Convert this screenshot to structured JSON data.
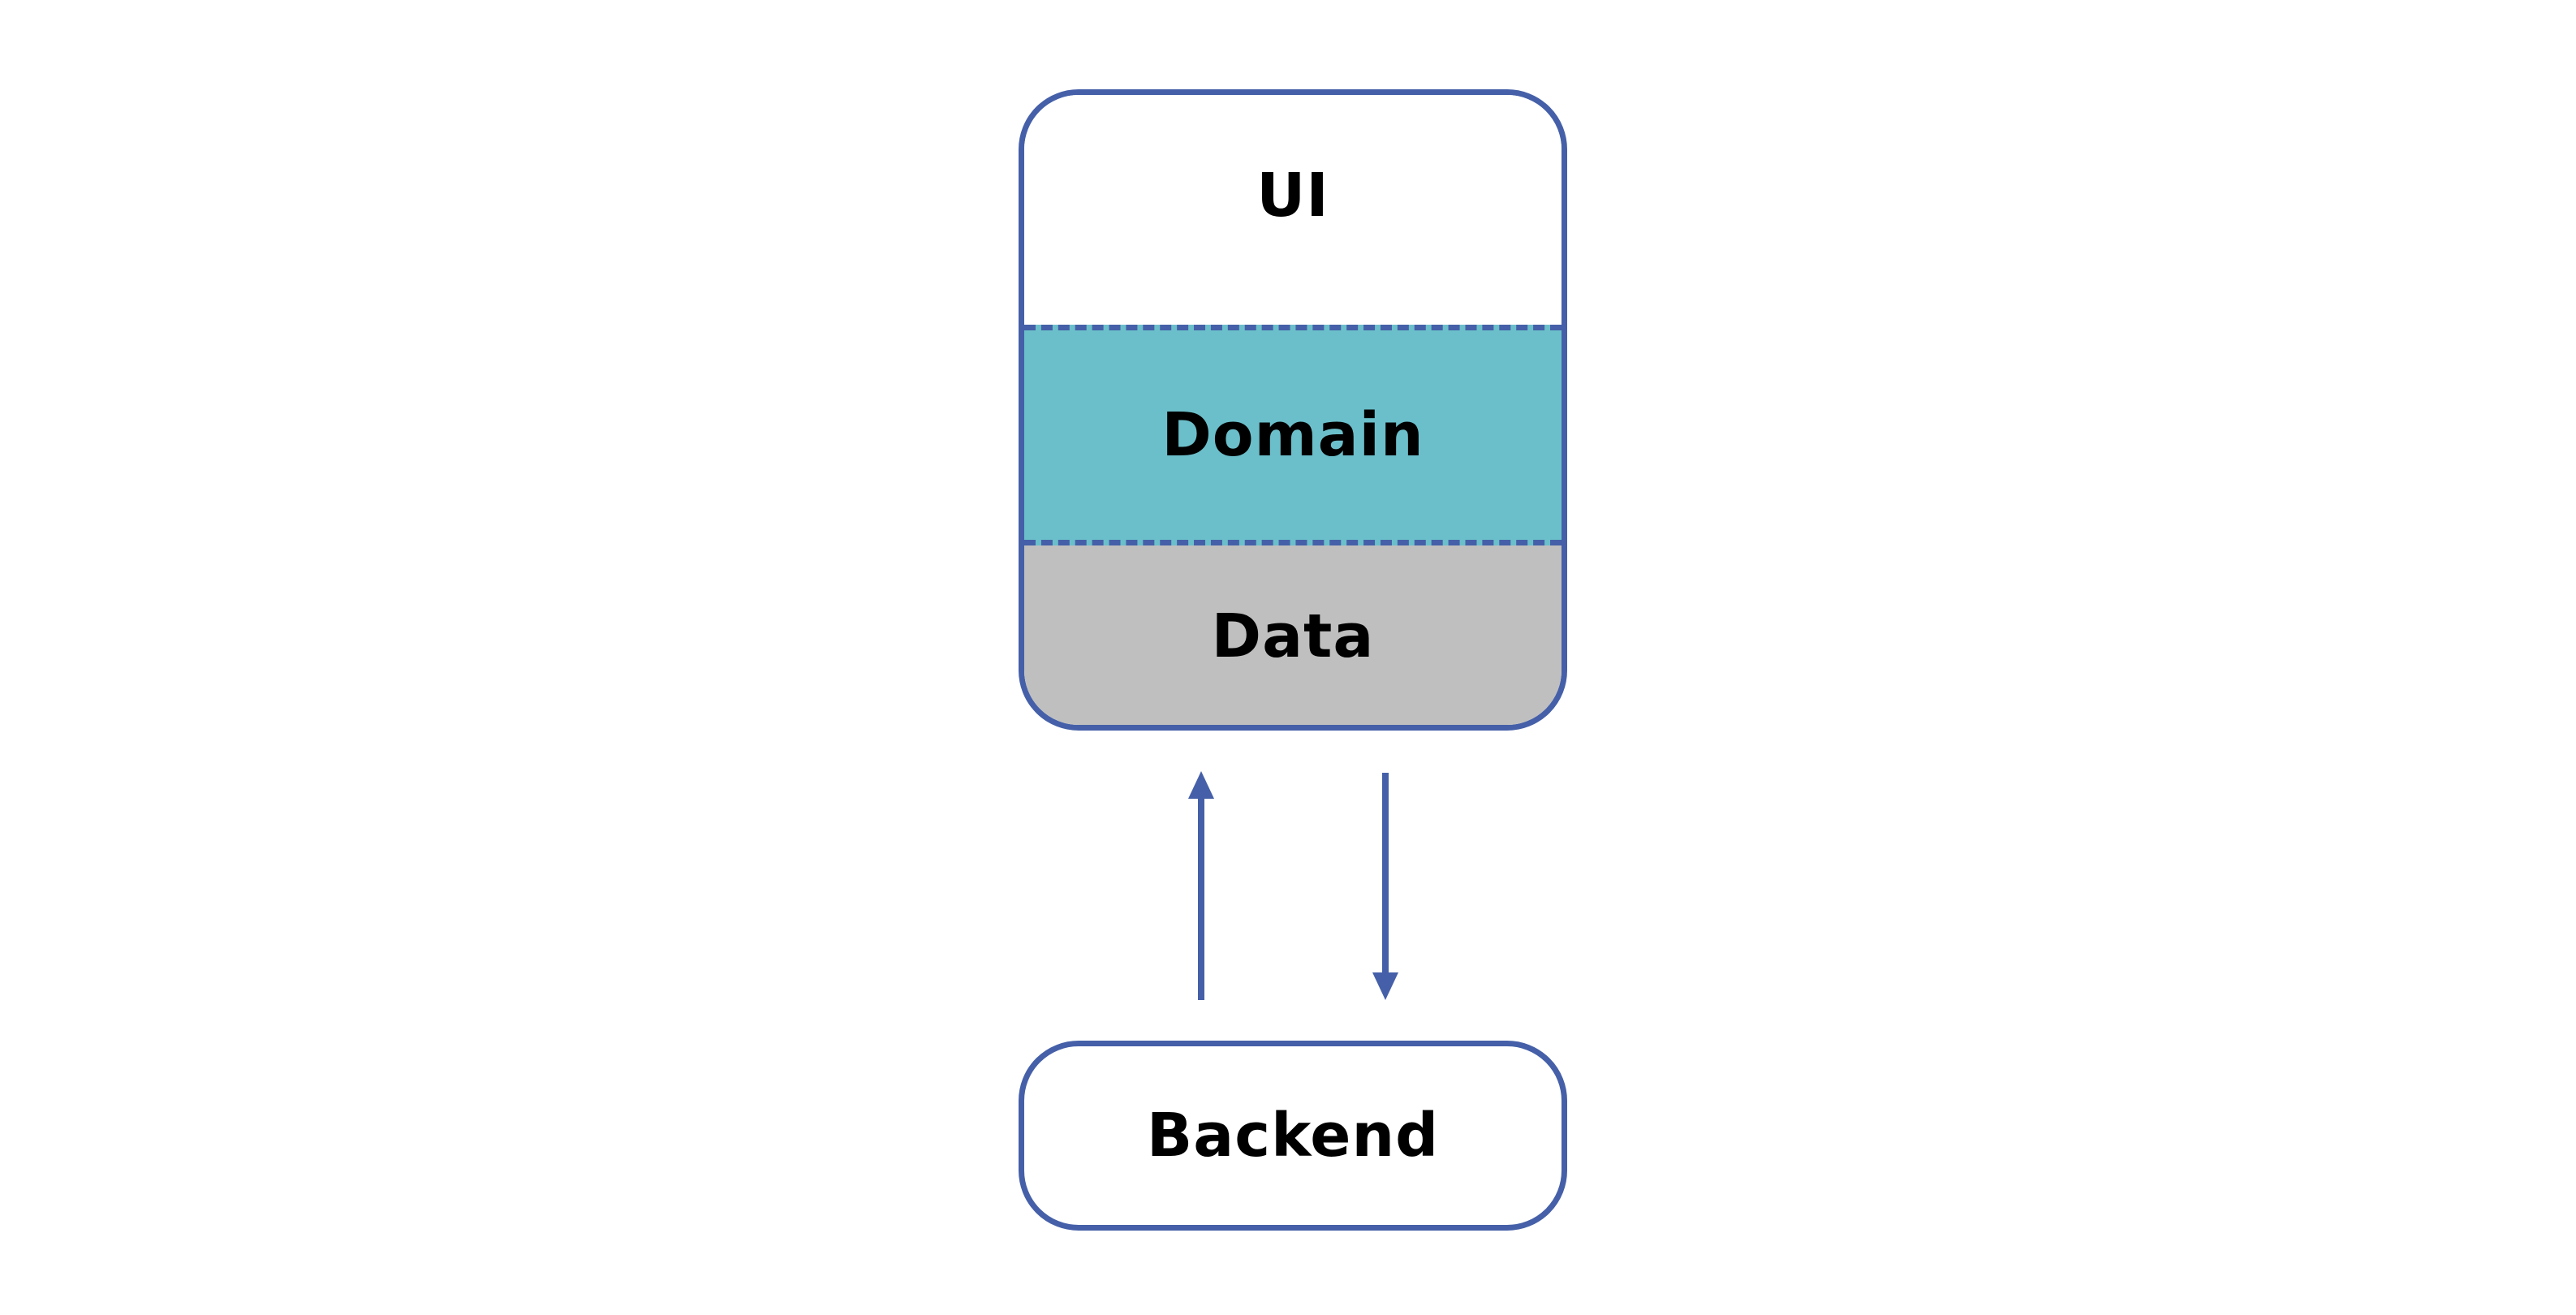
{
  "layers": {
    "ui_label": "UI",
    "domain_label": "Domain",
    "data_label": "Data"
  },
  "backend": {
    "label": "Backend"
  },
  "colors": {
    "border": "#4560a8",
    "domain_fill": "#6bbfca",
    "data_fill": "#bfbfbf",
    "ui_fill": "#ffffff",
    "text": "#000000"
  },
  "arrows": [
    {
      "from": "Backend",
      "to": "Data",
      "direction": "up"
    },
    {
      "from": "Data",
      "to": "Backend",
      "direction": "down"
    }
  ]
}
